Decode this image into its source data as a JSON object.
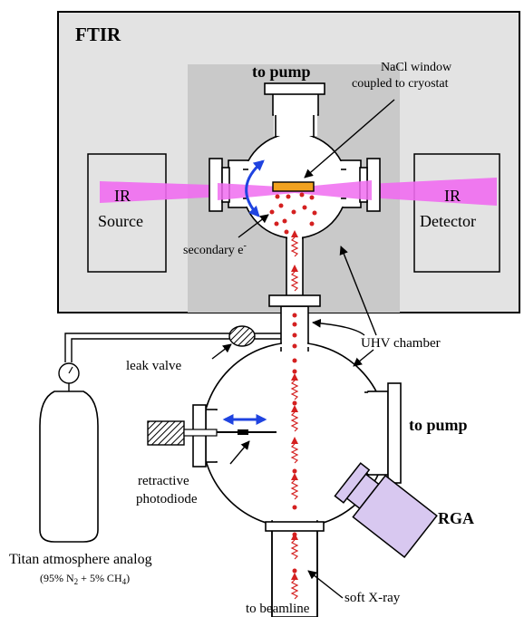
{
  "labels": {
    "ftir": "FTIR",
    "to_pump_top": "to pump",
    "nacl_line1": "NaCl window",
    "nacl_line2": "coupled to cryostat",
    "ir_source_line1": "IR",
    "ir_source_line2": "Source",
    "ir_detector_line1": "IR",
    "ir_detector_line2": "Detector",
    "secondary_e": "secondary e",
    "secondary_e_sup": "-",
    "uhv_chamber": "UHV chamber",
    "leak_valve": "leak valve",
    "to_pump_side": "to pump",
    "retractive_line1": "retractive",
    "retractive_line2": "photodiode",
    "rga": "RGA",
    "titan_title": "Titan atmosphere analog",
    "titan_comp_open": "(95% N",
    "titan_comp_sub1": "2",
    "titan_comp_mid": " + 5% CH",
    "titan_comp_sub2": "4",
    "titan_comp_close": ")",
    "soft_xray": "soft X-ray",
    "to_beamline": "to beamline"
  },
  "colors": {
    "ftir_box": "#e3e3e3",
    "inner_shade": "#c9c9c9",
    "ir_beam": "#f06cf0",
    "window_fill": "#f2a21f",
    "particles": "#d42020",
    "rotation_arrow": "#1f43e0",
    "rga_body": "#d8c8f0"
  }
}
